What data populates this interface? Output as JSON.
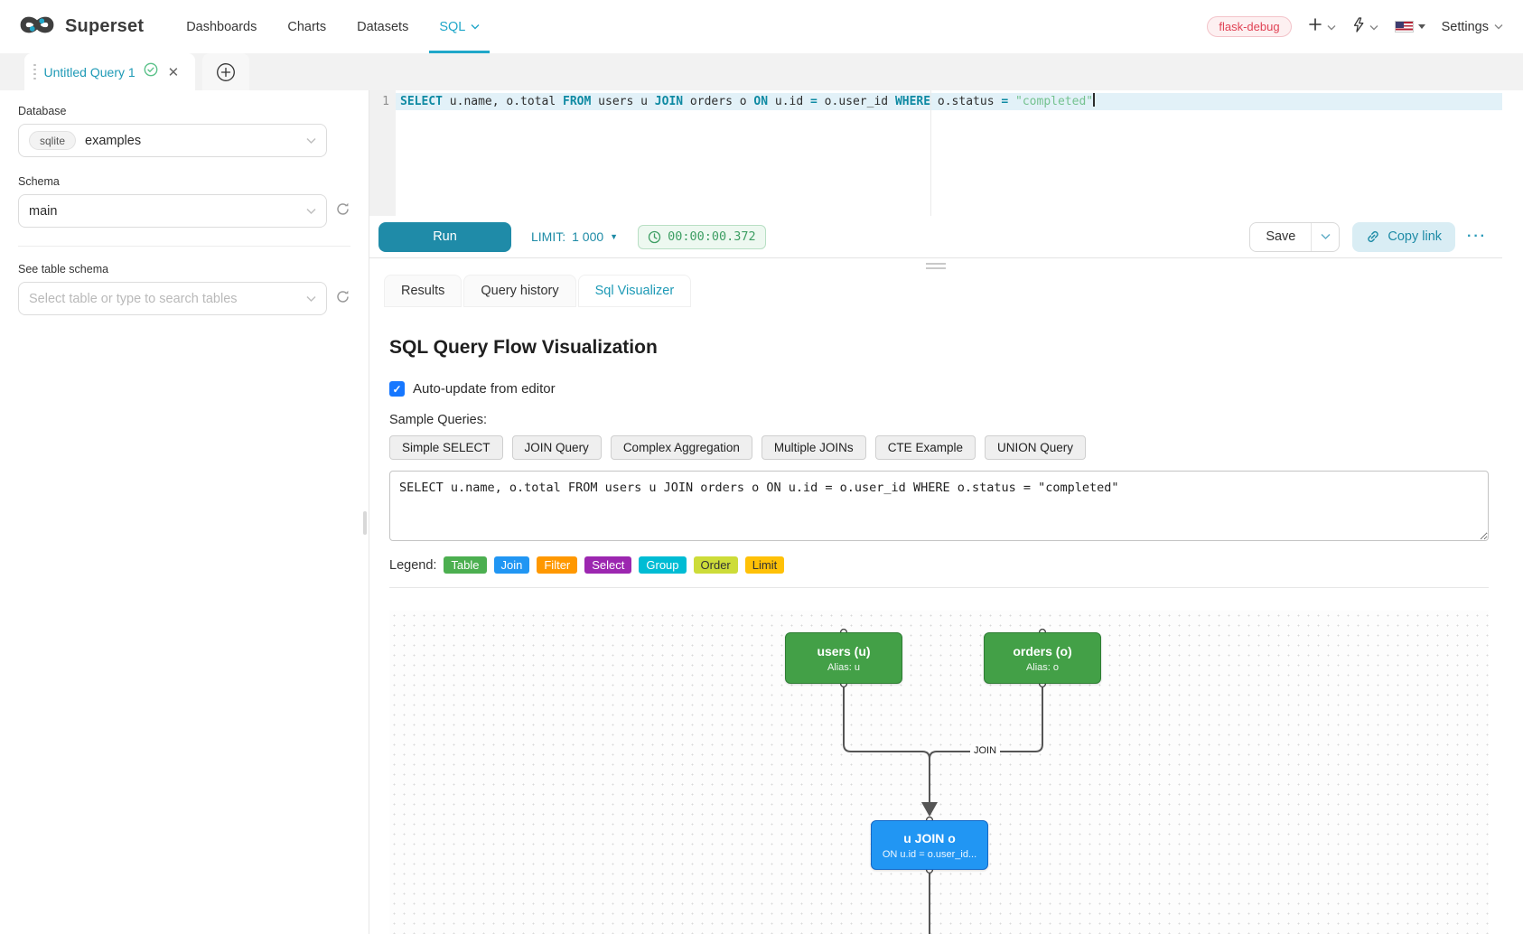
{
  "navbar": {
    "brand": "Superset",
    "items": [
      {
        "label": "Dashboards",
        "active": false,
        "has_caret": false
      },
      {
        "label": "Charts",
        "active": false,
        "has_caret": false
      },
      {
        "label": "Datasets",
        "active": false,
        "has_caret": false
      },
      {
        "label": "SQL",
        "active": true,
        "has_caret": true
      }
    ],
    "env_badge": "flask-debug",
    "settings_label": "Settings"
  },
  "query_tabs": {
    "active_tab": "Untitled Query 1"
  },
  "sidebar": {
    "database_label": "Database",
    "database_engine": "sqlite",
    "database_value": "examples",
    "schema_label": "Schema",
    "schema_value": "main",
    "table_label": "See table schema",
    "table_placeholder": "Select table or type to search tables"
  },
  "editor": {
    "line_number": "1",
    "tokens": [
      {
        "text": "SELECT",
        "type": "kw"
      },
      {
        "text": " u.name, o.total ",
        "type": "pl"
      },
      {
        "text": "FROM",
        "type": "kw"
      },
      {
        "text": " users u ",
        "type": "pl"
      },
      {
        "text": "JOIN",
        "type": "kw"
      },
      {
        "text": " orders o ",
        "type": "pl"
      },
      {
        "text": "ON",
        "type": "kw"
      },
      {
        "text": " u.id ",
        "type": "pl"
      },
      {
        "text": "=",
        "type": "op"
      },
      {
        "text": " o.user_id ",
        "type": "pl"
      },
      {
        "text": "WHERE",
        "type": "kw"
      },
      {
        "text": " o.status ",
        "type": "pl"
      },
      {
        "text": "=",
        "type": "op"
      },
      {
        "text": " ",
        "type": "pl"
      },
      {
        "text": "\"completed\"",
        "type": "str"
      }
    ]
  },
  "toolbar": {
    "run_label": "Run",
    "limit_label": "LIMIT:",
    "limit_value": "1 000",
    "timer": "00:00:00.372",
    "save_label": "Save",
    "copy_link_label": "Copy link",
    "more_label": "···"
  },
  "result_tabs": [
    {
      "label": "Results",
      "active": false
    },
    {
      "label": "Query history",
      "active": false
    },
    {
      "label": "Sql Visualizer",
      "active": true
    }
  ],
  "visualizer": {
    "title": "SQL Query Flow Visualization",
    "auto_update_label": "Auto-update from editor",
    "auto_update_checked": true,
    "sample_queries_label": "Sample Queries:",
    "sample_buttons": [
      "Simple SELECT",
      "JOIN Query",
      "Complex Aggregation",
      "Multiple JOINs",
      "CTE Example",
      "UNION Query"
    ],
    "sql_text": "SELECT u.name, o.total FROM users u JOIN orders o ON u.id = o.user_id WHERE o.status = \"completed\"",
    "legend_label": "Legend:",
    "legend_items": [
      {
        "label": "Table",
        "color": "#4caf50",
        "text_color": "#ffffff"
      },
      {
        "label": "Join",
        "color": "#2196f3",
        "text_color": "#ffffff"
      },
      {
        "label": "Filter",
        "color": "#ff9800",
        "text_color": "#ffffff"
      },
      {
        "label": "Select",
        "color": "#9c27b0",
        "text_color": "#ffffff"
      },
      {
        "label": "Group",
        "color": "#00bcd4",
        "text_color": "#ffffff"
      },
      {
        "label": "Order",
        "color": "#cddc39",
        "text_color": "#333333"
      },
      {
        "label": "Limit",
        "color": "#ffc107",
        "text_color": "#333333"
      }
    ],
    "flow": {
      "nodes": {
        "users": {
          "title": "users (u)",
          "subtitle": "Alias: u"
        },
        "orders": {
          "title": "orders (o)",
          "subtitle": "Alias: o"
        },
        "join": {
          "title": "u JOIN o",
          "subtitle": "ON u.id = o.user_id..."
        }
      },
      "edge_label": "JOIN"
    }
  },
  "colors": {
    "brand_teal": "#20a7c9",
    "run_button_teal": "#1f8ba8",
    "timer_green": "#3d9e63",
    "env_badge_red": "#e04355",
    "table_node_green": "#43a047",
    "join_node_blue": "#2196f3",
    "edge_gray": "#555555",
    "sql_keyword": "#0f8aa3",
    "sql_string": "#74c28f"
  }
}
